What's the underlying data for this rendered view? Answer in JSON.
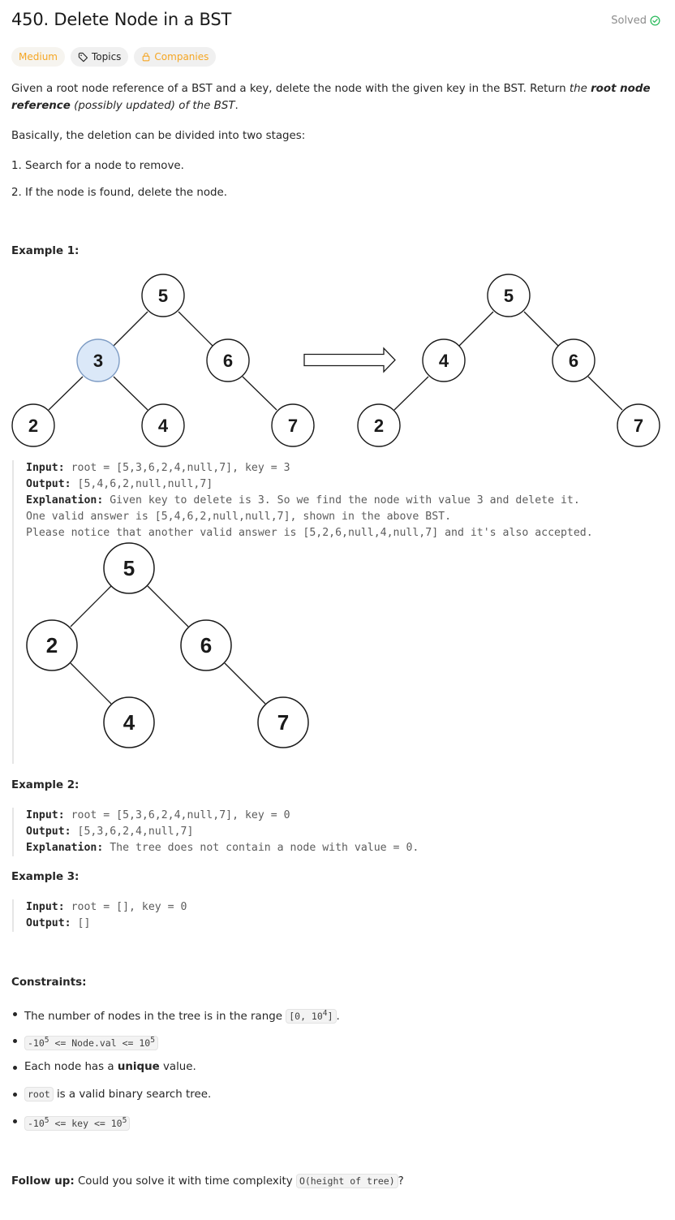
{
  "problem": {
    "title": "450. Delete Node in a BST",
    "status": "Solved",
    "tags": {
      "difficulty": "Medium",
      "topics": "Topics",
      "companies": "Companies"
    },
    "desc_part1": "Given a root node reference of a BST and a key, delete the node with the given key in the BST. Return ",
    "desc_em1": "the ",
    "desc_strong": "root node reference",
    "desc_em2": " (possibly updated) of the BST",
    "desc_end": ".",
    "stages_intro": "Basically, the deletion can be divided into two stages:",
    "step1": "1. Search for a node to remove.",
    "step2": "2. If the node is found, delete the node."
  },
  "example1": {
    "heading": "Example 1:",
    "tree_before": {
      "nodes": [
        "5",
        "3",
        "6",
        "2",
        "4",
        "7"
      ],
      "highlighted": "3"
    },
    "tree_after": {
      "nodes": [
        "5",
        "4",
        "6",
        "2",
        "7"
      ]
    },
    "alt_tree": {
      "nodes": [
        "5",
        "2",
        "6",
        "4",
        "7"
      ]
    },
    "input_label": "Input:",
    "input": " root = [5,3,6,2,4,null,7], key = 3",
    "output_label": "Output:",
    "output": " [5,4,6,2,null,null,7]",
    "expl_label": "Explanation:",
    "expl1": " Given key to delete is 3. So we find the node with value 3 and delete it.",
    "expl2": "One valid answer is [5,4,6,2,null,null,7], shown in the above BST.",
    "expl3": "Please notice that another valid answer is [5,2,6,null,4,null,7] and it's also accepted."
  },
  "example2": {
    "heading": "Example 2:",
    "input_label": "Input:",
    "input": " root = [5,3,6,2,4,null,7], key = 0",
    "output_label": "Output:",
    "output": " [5,3,6,2,4,null,7]",
    "expl_label": "Explanation:",
    "expl": " The tree does not contain a node with value = 0."
  },
  "example3": {
    "heading": "Example 3:",
    "input_label": "Input:",
    "input": " root = [], key = 0",
    "output_label": "Output:",
    "output": " []"
  },
  "constraints": {
    "heading": "Constraints:",
    "c1_text": "The number of nodes in the tree is in the range ",
    "c1_code_a": "[0, 10",
    "c1_sup": "4",
    "c1_code_b": "]",
    "c1_end": ".",
    "c2_a": "-10",
    "c2_sup1": "5",
    "c2_b": " <= Node.val <= 10",
    "c2_sup2": "5",
    "c3_a": "Each node has a ",
    "c3_b": "unique",
    "c3_c": " value.",
    "c4_code": "root",
    "c4_text": " is a valid binary search tree.",
    "c5_a": "-10",
    "c5_sup1": "5",
    "c5_b": " <= key <= 10",
    "c5_sup2": "5"
  },
  "followup": {
    "label": "Follow up:",
    "text": " Could you solve it with time complexity ",
    "code": "O(height of tree)",
    "end": "?"
  },
  "colors": {
    "accent_medium": "#f5a623",
    "solved_green": "#2cbb5d",
    "highlight_node": "#dbe8f8"
  }
}
